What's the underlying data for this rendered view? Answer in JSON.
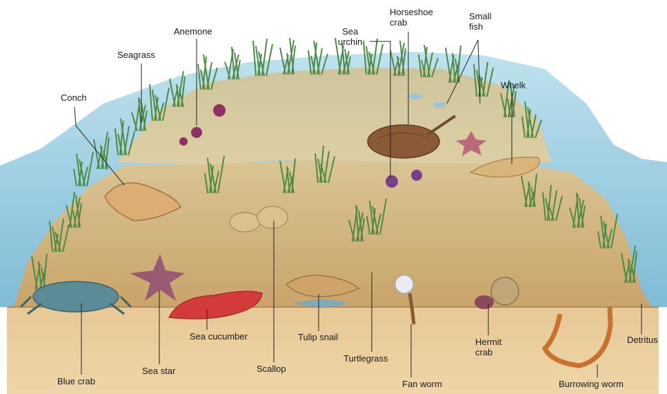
{
  "labels": {
    "conch": "Conch",
    "seagrass": "Seagrass",
    "anemone": "Anemone",
    "sea_urchin": "Sea\nurchin",
    "horseshoe_crab": "Horseshoe\ncrab",
    "small_fish": "Small\nfish",
    "whelk": "Whelk",
    "sea_cucumber": "Sea cucumber",
    "tulip_snail": "Tulip snail",
    "hermit_crab": "Hermit\ncrab",
    "detritus": "Detritus",
    "sea_star": "Sea star",
    "scallop": "Scallop",
    "turtlegrass": "Turtlegrass",
    "blue_crab": "Blue crab",
    "fan_worm": "Fan worm",
    "burrowing_worm": "Burrowing worm"
  },
  "colors": {
    "water": "#9ccfe0",
    "sand_far": "#d7c9a0",
    "sand_near": "#e3c08c",
    "grass": "#4e8a45",
    "leader": "#222222"
  }
}
